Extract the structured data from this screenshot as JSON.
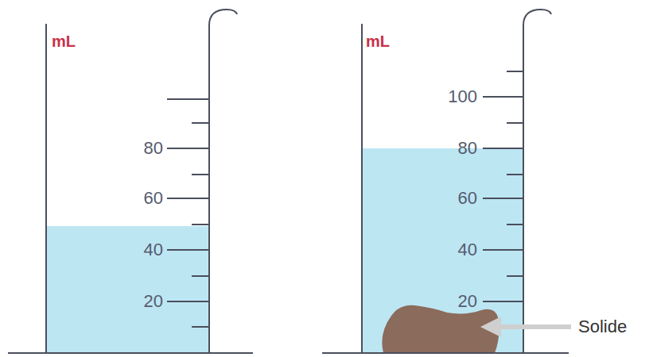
{
  "diagram": {
    "labels": [
      "mL",
      "80",
      "60",
      "40",
      "20",
      "mL",
      "100",
      "80",
      "60",
      "40",
      "20",
      "Solide"
    ]
  }
}
